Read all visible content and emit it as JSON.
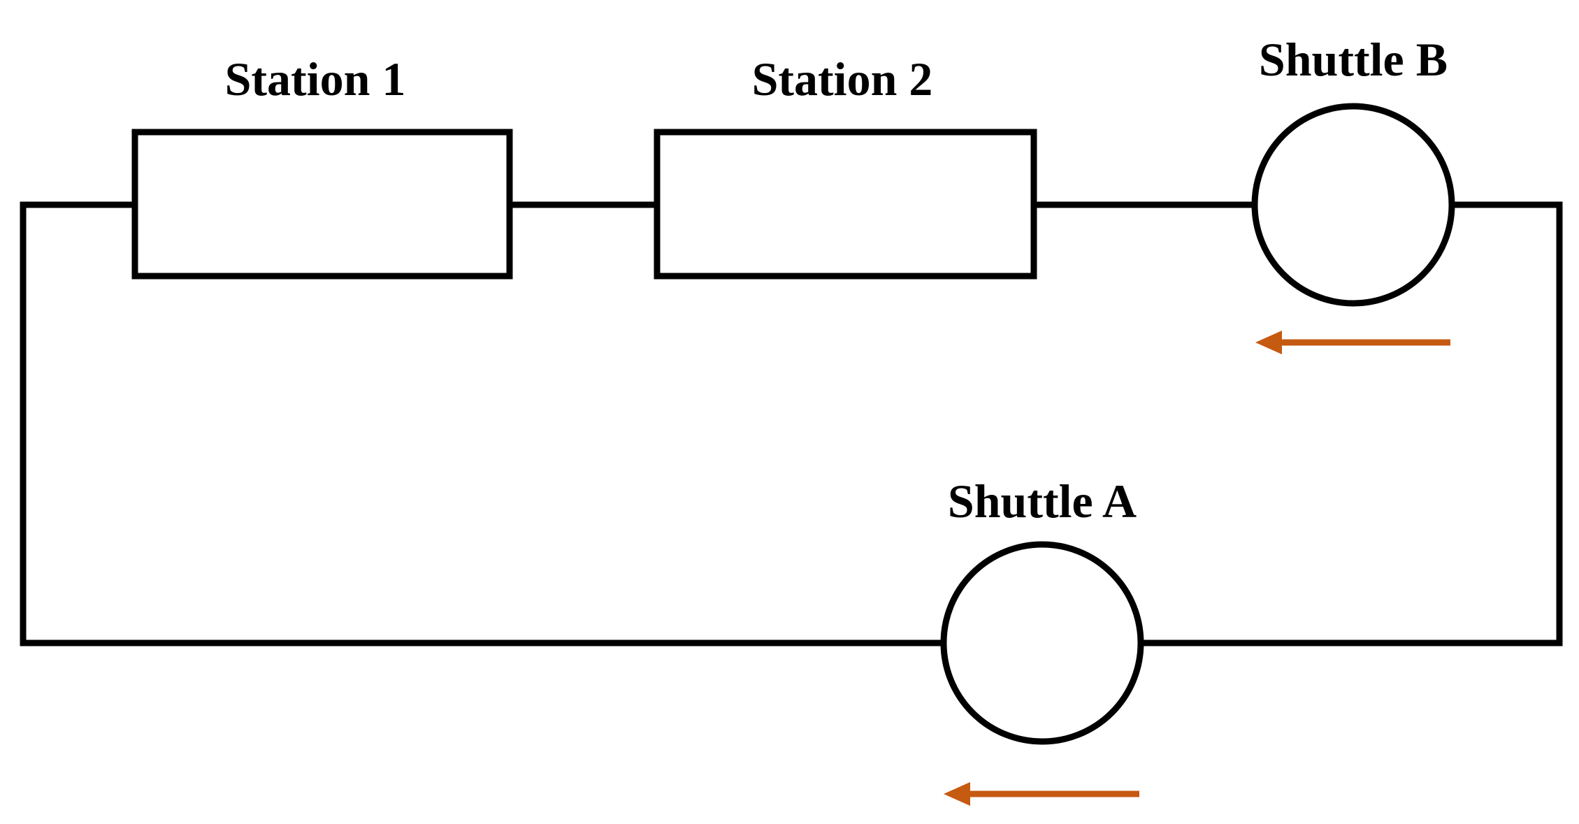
{
  "labels": {
    "station_1": "Station 1",
    "station_2": "Station 2",
    "shuttle_b": "Shuttle B",
    "shuttle_a": "Shuttle A"
  },
  "colors": {
    "line": "#000000",
    "arrow": "#c55a11",
    "background": "#ffffff"
  },
  "arrows": {
    "shuttle_b_direction": "left",
    "shuttle_a_direction": "left"
  }
}
